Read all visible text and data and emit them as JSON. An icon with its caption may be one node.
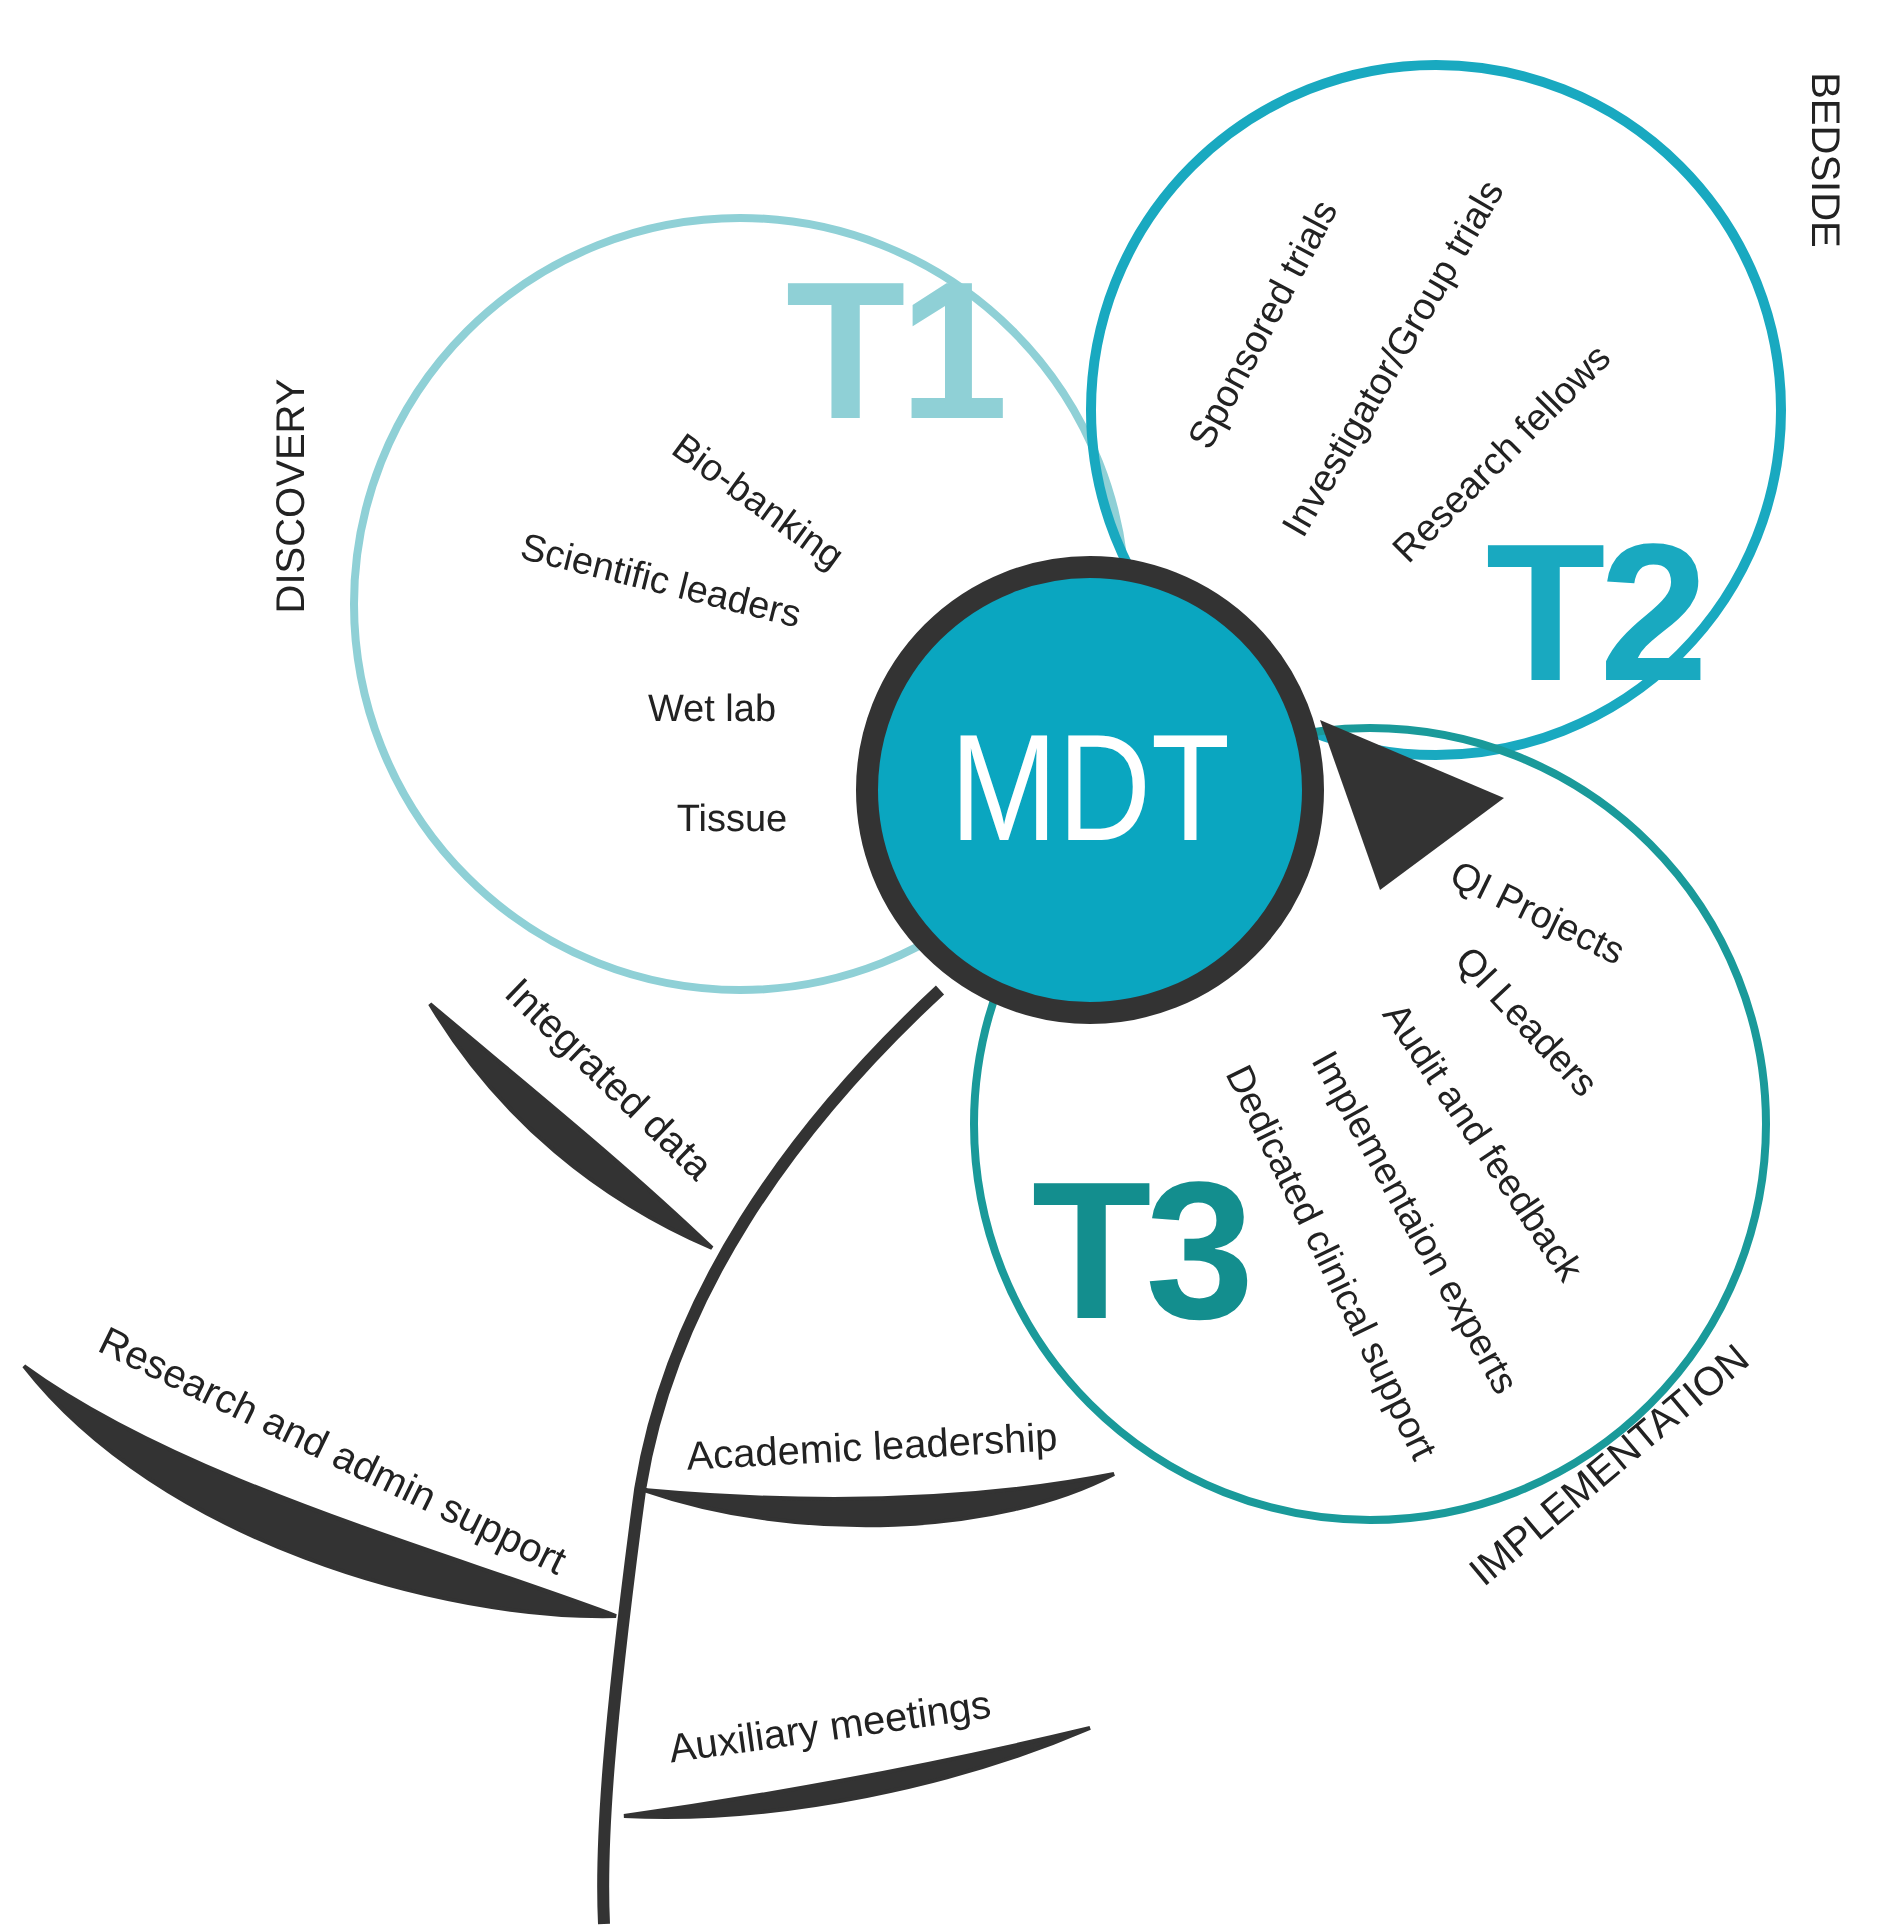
{
  "diagram": {
    "nodes": [
      {
        "text": [
          "T1",
          "Bio-banking",
          "Scientific leaders",
          "Wet lab",
          "Tissue"
        ],
        "beside": [
          "DISCOVERY"
        ]
      },
      {
        "text": [
          "T2",
          "Sponsored trials",
          "Investigator/Group trials",
          "Research fellows"
        ],
        "beside": [
          "BEDSIDE"
        ]
      },
      {
        "text": [
          "T3",
          "QI Projects",
          "QI Leaders",
          "Audit and feedback",
          "Implementaion experts",
          "Dedicated clinical support"
        ],
        "beside": [
          "IMPLEMENTATION"
        ]
      },
      {
        "text": [
          "MDT"
        ]
      }
    ],
    "labels": [
      "Integrated data",
      "Research and admin support",
      "Academic leadership",
      "Auxiliary meetings"
    ]
  }
}
